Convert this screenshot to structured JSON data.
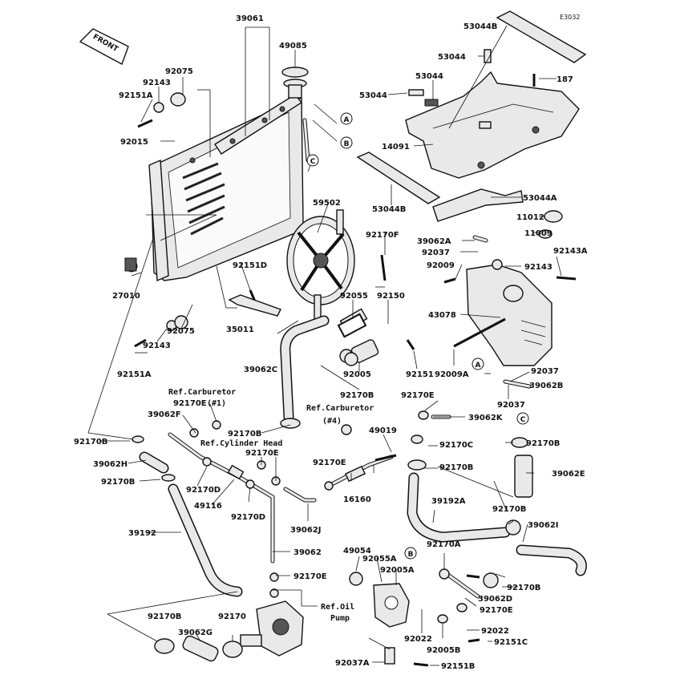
{
  "diagram": {
    "code": "E3032",
    "front_label": "FRONT",
    "notes": [
      "Ref.Carburetor",
      "(#1)",
      "Ref.Cylinder Head",
      "Ref.Carburetor",
      "(#4)",
      "Ref.Oil",
      "Pump"
    ],
    "markers": [
      "A",
      "B",
      "C",
      "A",
      "C",
      "B"
    ],
    "parts": [
      "39061",
      "49085",
      "92075",
      "92143",
      "92151A",
      "92015",
      "53044B",
      "53044",
      "53044",
      "53044",
      "187",
      "14091",
      "53044B",
      "53044A",
      "11012",
      "11009",
      "39062A",
      "92037",
      "92009",
      "92143",
      "92143A",
      "59502",
      "92170F",
      "27010",
      "92151D",
      "35011",
      "92075",
      "92143",
      "92151A",
      "92055",
      "92150",
      "43078",
      "39062C",
      "92005",
      "92151",
      "92009A",
      "92037",
      "92037",
      "39062B",
      "92170B",
      "92170E",
      "39062F",
      "92170B",
      "92170E",
      "39062K",
      "92170B",
      "49019",
      "92170C",
      "92170B",
      "39062H",
      "92170E",
      "92170E",
      "92170B",
      "92170B",
      "92170D",
      "49116",
      "92170D",
      "16160",
      "39062E",
      "39062J",
      "39192A",
      "92170B",
      "39192",
      "39062I",
      "39062",
      "49054",
      "92055A",
      "92005A",
      "92170A",
      "92170E",
      "92170B",
      "39062D",
      "92170E",
      "92170B",
      "92170",
      "39062G",
      "92022",
      "92022",
      "92005B",
      "92151C",
      "92037A",
      "92151B"
    ]
  }
}
